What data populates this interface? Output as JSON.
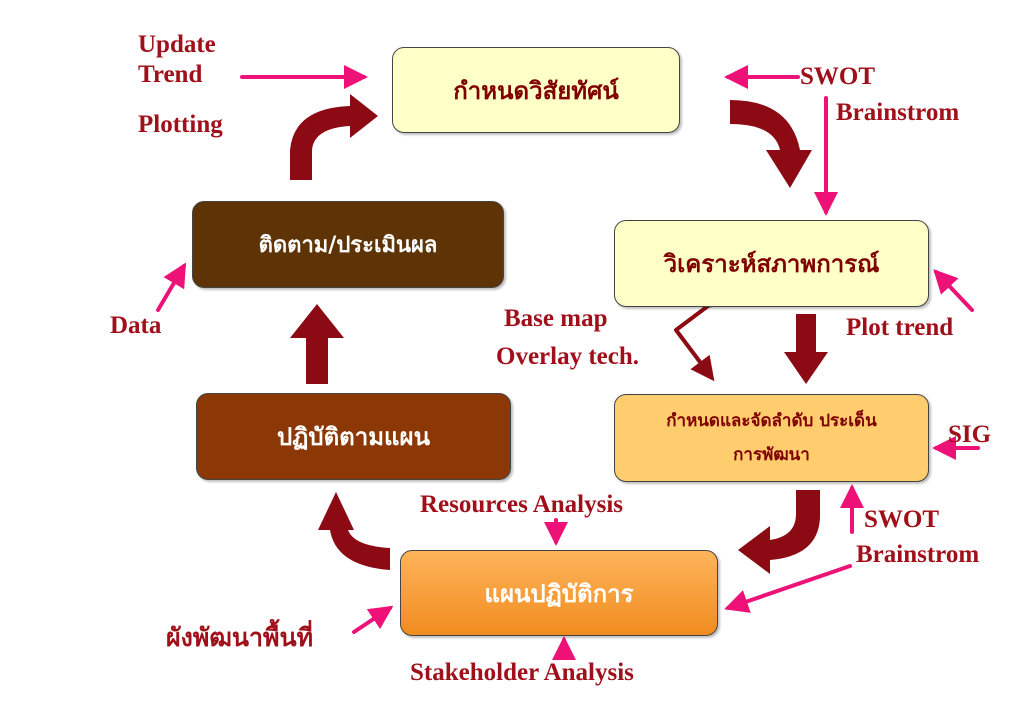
{
  "boxes": {
    "vision": "กำหนดวิสัยทัศน์",
    "analysis": "วิเคราะห์สภาพการณ์",
    "issues_line1": "กำหนดและจัดลำดับ ประเด็น",
    "issues_line2": "การพัฒนา",
    "plan": "แผนปฏิบัติการ",
    "implement": "ปฏิบัติตามแผน",
    "monitor": "ติดตาม/ประเมินผล"
  },
  "labels": {
    "update": "Update",
    "trend": "Trend",
    "plotting": "Plotting",
    "swot_top": "SWOT",
    "brainstrom_top": "Brainstrom",
    "data": "Data",
    "base_map": "Base map",
    "overlay_tech": "Overlay tech.",
    "plot_trend": "Plot trend",
    "sig": "SIG",
    "resources_analysis": "Resources Analysis",
    "swot_bottom": "SWOT",
    "brainstrom_bottom": "Brainstrom",
    "area_plan": "ผังพัฒนาพื้นที่",
    "stakeholder_analysis": "Stakeholder Analysis"
  },
  "colors": {
    "cycle_arrow": "#8b0a14",
    "input_arrow": "#ee1177",
    "label_text": "#a0101a",
    "vision_fill": "#ffffc8",
    "analysis_fill": "#ffffc8",
    "issues_fill": "#ffcc6e",
    "plan_fill": "#f5a040",
    "implement_fill": "#8c3806",
    "monitor_fill": "#5e3406"
  }
}
